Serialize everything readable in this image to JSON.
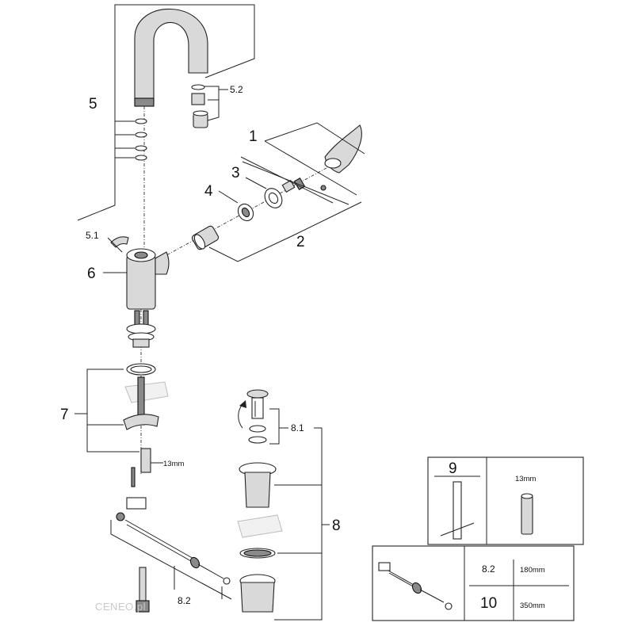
{
  "callouts": {
    "c1": "1",
    "c2": "2",
    "c3": "3",
    "c4": "4",
    "c5": "5",
    "c5_1": "5.1",
    "c5_2": "5.2",
    "c6": "6",
    "c7": "7",
    "c8": "8",
    "c8_1": "8.1",
    "c8_2": "8.2",
    "size_13mm": "13mm"
  },
  "table_9": {
    "number": "9",
    "size": "13mm"
  },
  "table_rods": {
    "row1_number": "8.2",
    "row1_length": "180mm",
    "row2_number": "10",
    "row2_length": "350mm"
  },
  "watermark": "CENEO.pl"
}
